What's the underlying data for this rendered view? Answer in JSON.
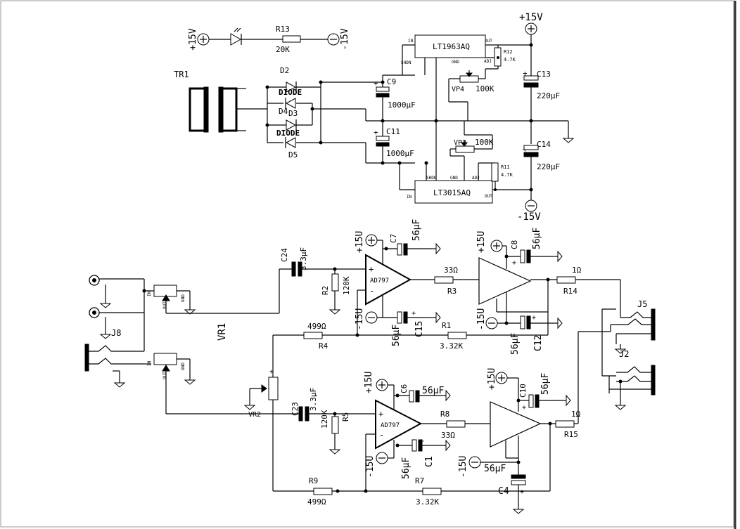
{
  "rails": {
    "pos": "+15V",
    "neg": "-15V",
    "op_pos": "+15U",
    "op_neg": "-15U"
  },
  "power": {
    "tr1": "TR1",
    "led_r": "R13",
    "led_r_val": "20K",
    "d2": "D2",
    "d3": "D3",
    "d4": "D4",
    "d5": "D5",
    "diode": "DIODE",
    "c9": "C9",
    "c9_val": "1000µF",
    "c11": "C11",
    "c11_val": "1000µF",
    "c13": "C13",
    "c13_val": "220µF",
    "c14": "C14",
    "c14_val": "220µF",
    "reg_pos": "LT1963AQ",
    "reg_neg": "LT3015AQ",
    "pin_in": "IN",
    "pin_shdn": "SHDN",
    "pin_gnd": "GND",
    "pin_out": "OUT",
    "pin_adj": "ADJ",
    "r12": "R12",
    "r12_val": "4.7K",
    "r11": "R11",
    "r11_val": "4.7K",
    "vp4": "VP4",
    "vp4_val": "100K",
    "vp3": "VP3",
    "vp3_val": "100K"
  },
  "channel1": {
    "c24": "C24",
    "c24_val": "3.3µF",
    "r2": "R2",
    "r2_val": "120K",
    "opamp": "AD797",
    "c7": "C7",
    "c7_val": "56µF",
    "c15": "C15",
    "c15_val": "56µF",
    "r3": "R3",
    "r3_val": "33Ω",
    "c8": "C8",
    "c8_val": "56µF",
    "c12": "C12",
    "c12_val": "56µF",
    "r14": "R14",
    "r14_val": "1Ω",
    "r1": "R1",
    "r1_val": "3.32K",
    "r4": "R4",
    "r4_val": "499Ω"
  },
  "channel2": {
    "c23": "C23",
    "c23_val": "3.3µF",
    "r5": "R5",
    "r5_val": "120K",
    "opamp": "AD797",
    "c6": "C6",
    "c6_val": "56µF",
    "c1": "C1",
    "c1_val": "56µF",
    "r8": "R8",
    "r8_val": "33Ω",
    "c10": "C10",
    "c10_val": "56µF",
    "c4": "C4",
    "c4_val": "56µF",
    "r15": "R15",
    "r15_val": "1Ω",
    "r7": "R7",
    "r7_val": "3.32K",
    "r9": "R9",
    "r9_val": "499Ω"
  },
  "io": {
    "vr1": "VR1",
    "vr2": "VR2",
    "j8": "J8",
    "j5": "J5",
    "j2": "J2",
    "pin_in": "IN",
    "pin_out": "OUT",
    "pin_gnd": "GND"
  },
  "symbols": {
    "plus": "+",
    "minus": "-"
  }
}
